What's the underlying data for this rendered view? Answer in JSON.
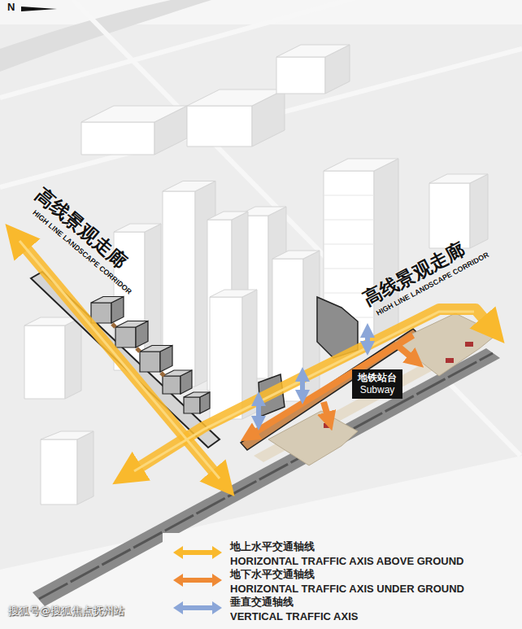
{
  "diagram": {
    "nodes": [
      {
        "text": [
          "地铁站台",
          "Subway"
        ]
      }
    ],
    "labels": [
      "N",
      "高线景观走廊",
      "HIGH LINE LANDSCAPE CORRIDOR",
      "高线景观走廊",
      "HIGH LINE LANDSCAPE CORRIDOR",
      "搜狐号@搜狐焦点抚州站"
    ],
    "legend": [
      {
        "text": "地上水平交通轴线 HORIZONTAL TRAFFIC AXIS ABOVE GROUND",
        "color": "#f9b92d"
      },
      {
        "text": "地下水平交通轴线 HORIZONTAL TRAFFIC AXIS UNDER GROUND",
        "color": "#ef8a35"
      },
      {
        "text": "垂直交通轴线 VERTICAL TRAFFIC AXIS",
        "color": "#8ba6d8"
      }
    ]
  }
}
